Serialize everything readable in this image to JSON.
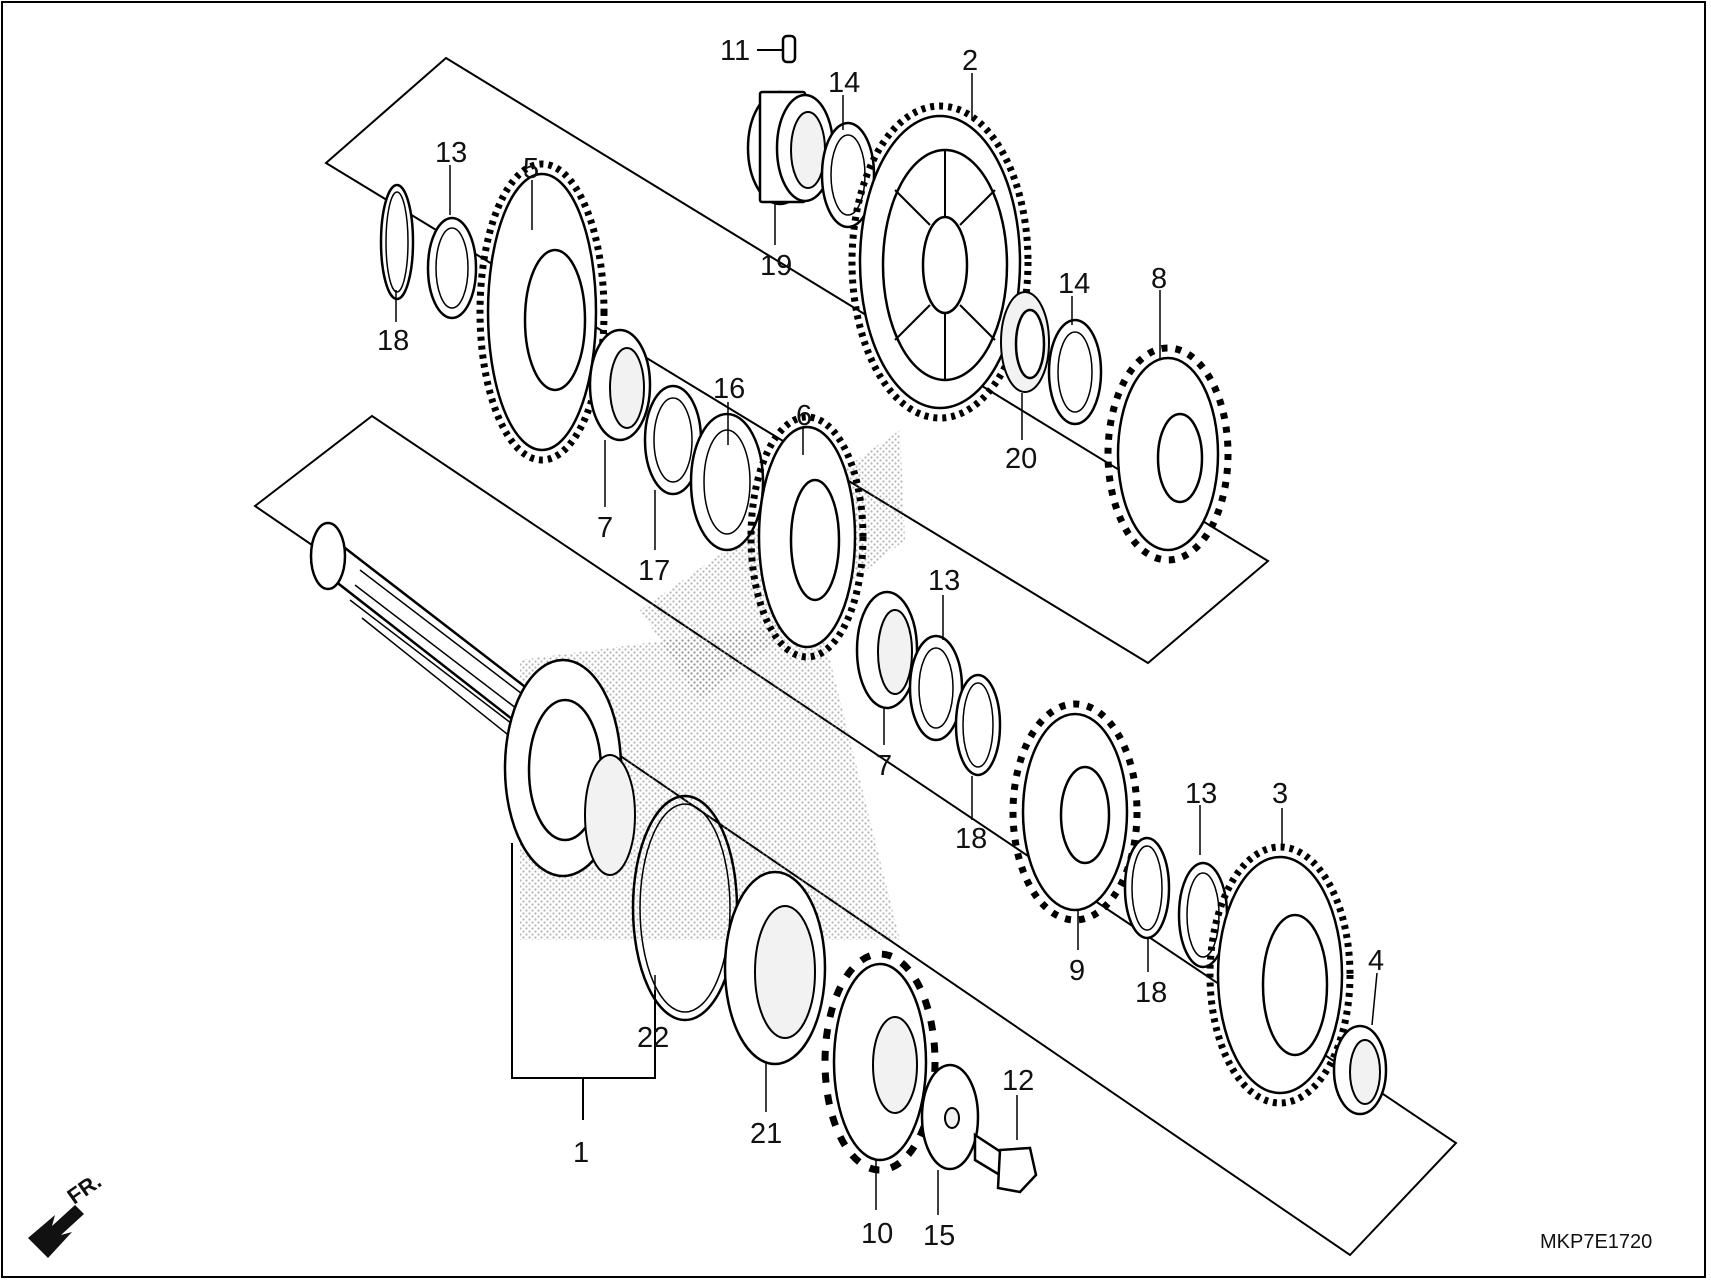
{
  "diagram": {
    "drawing_code": "MKP7E1720",
    "direction_label": "FR.",
    "callouts": [
      "1",
      "2",
      "3",
      "4",
      "5",
      "6",
      "7",
      "7",
      "8",
      "9",
      "10",
      "11",
      "12",
      "13",
      "13",
      "13",
      "14",
      "14",
      "15",
      "16",
      "17",
      "18",
      "18",
      "18",
      "19",
      "20",
      "21",
      "22"
    ]
  }
}
